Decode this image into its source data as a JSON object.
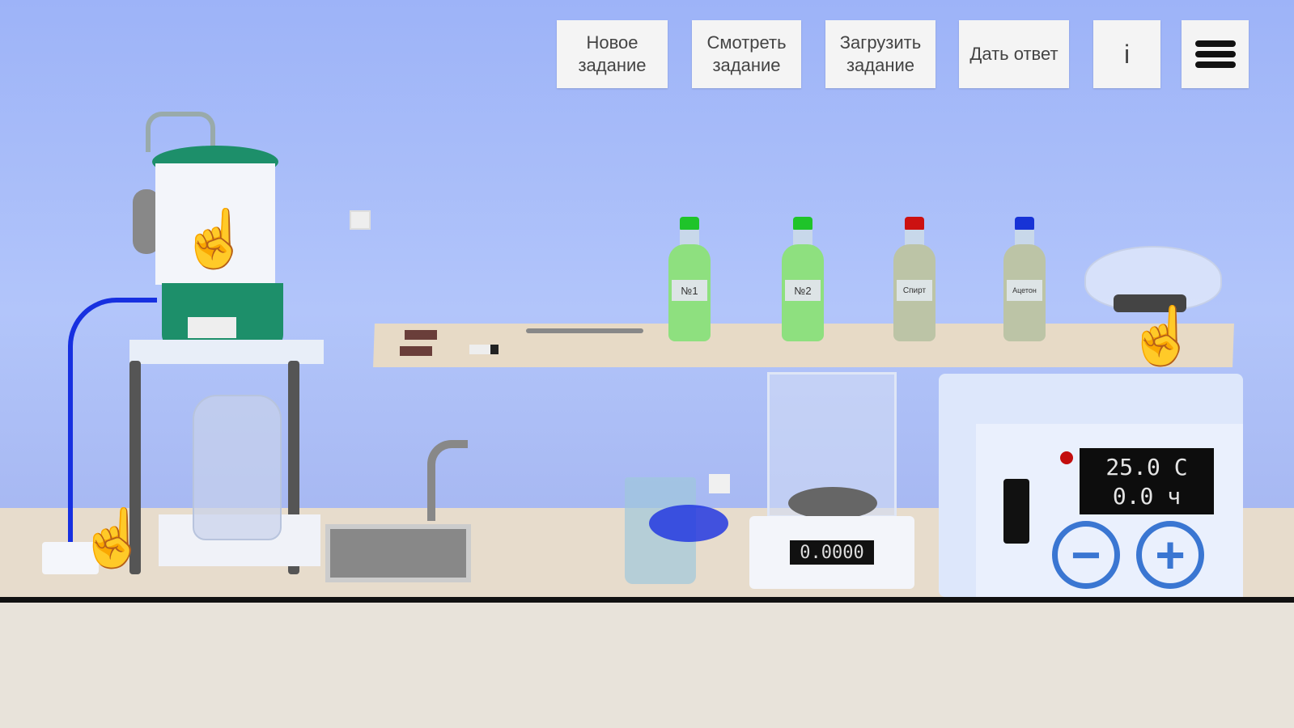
{
  "toolbar": {
    "new_task": "Новое задание",
    "view_task": "Смотреть задание",
    "load_task": "Загрузить задание",
    "give_answer": "Дать ответ",
    "info": "i",
    "menu_icon": "hamburger-menu-icon"
  },
  "bottles": [
    {
      "label": "№1",
      "cap_color": "#1fc42a",
      "liquid_color": "#8ee07f"
    },
    {
      "label": "№2",
      "cap_color": "#1fc42a",
      "liquid_color": "#8ee07f"
    },
    {
      "label": "Спирт",
      "cap_color": "#cc1111",
      "liquid_color": "#bcc4a6"
    },
    {
      "label": "Ацетон",
      "cap_color": "#1733d6",
      "liquid_color": "#bcc4a6"
    }
  ],
  "balance": {
    "reading": "0.0000"
  },
  "oven": {
    "temperature": "25.0 C",
    "time": "0.0 ч",
    "minus": "−",
    "plus": "+"
  },
  "colors": {
    "accent": "#2f6fd0",
    "distiller_green": "#1d8f6a"
  }
}
